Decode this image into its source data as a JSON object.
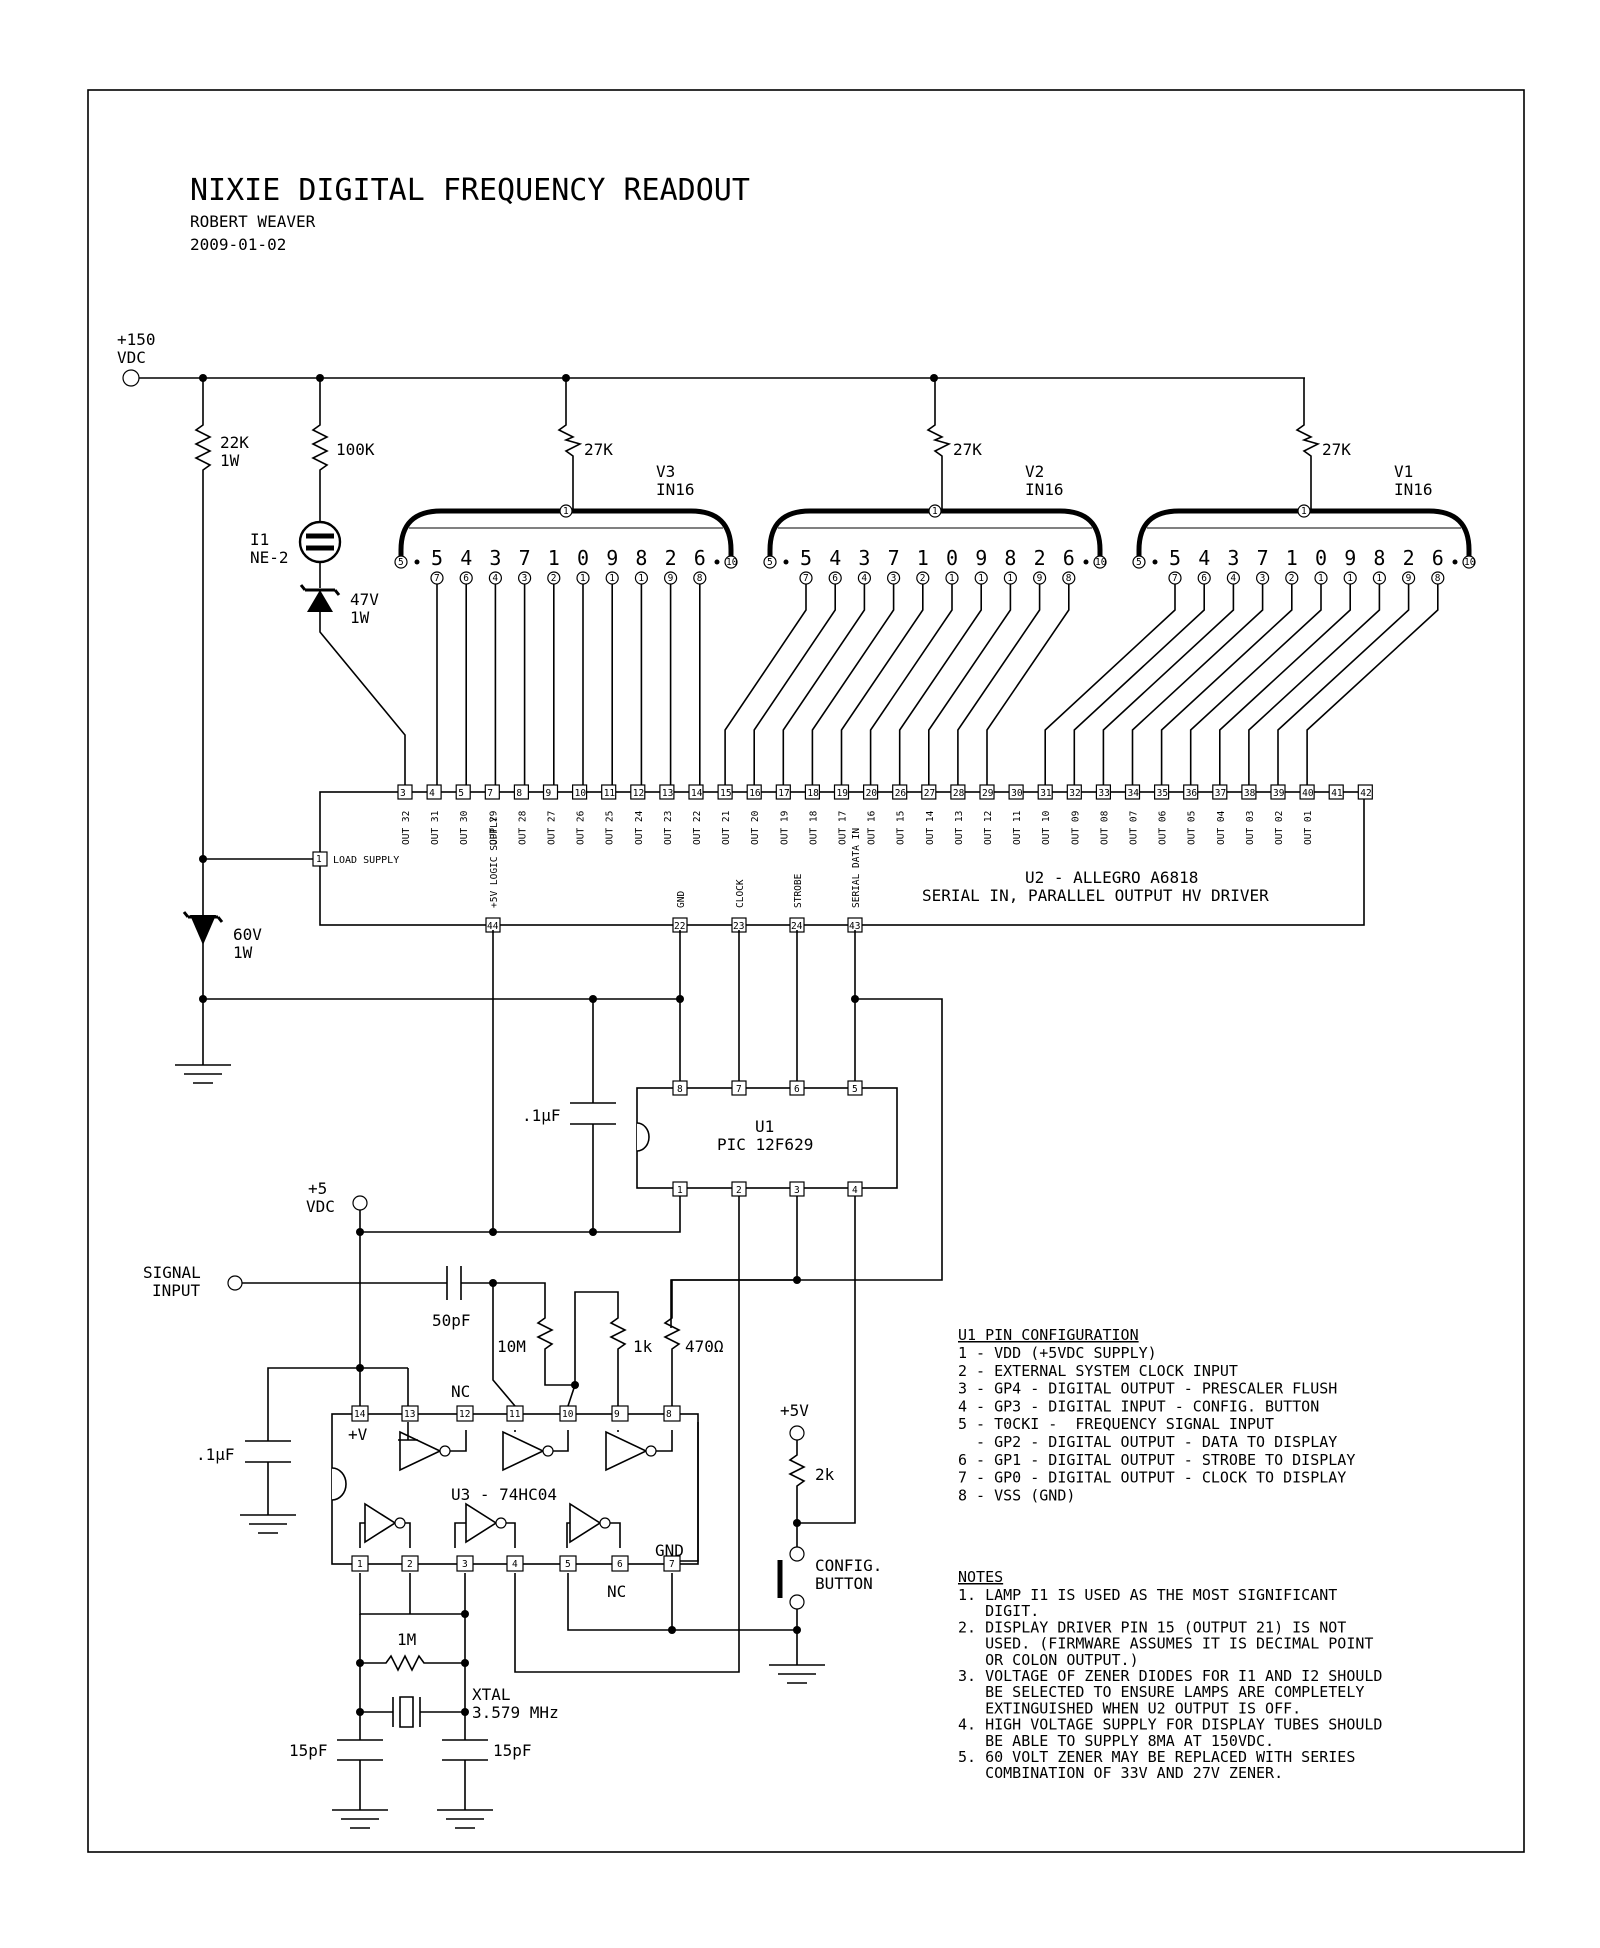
{
  "title": {
    "main": "NIXIE DIGITAL FREQUENCY READOUT",
    "author": "ROBERT WEAVER",
    "date": "2009-01-02"
  },
  "supply": {
    "hv_line1": "+150",
    "hv_line2": "VDC",
    "lv_line1": "+5",
    "lv_line2": "VDC",
    "p5v": "+5V"
  },
  "tubes": [
    {
      "ref": "V3",
      "type": "IN16"
    },
    {
      "ref": "V2",
      "type": "IN16"
    },
    {
      "ref": "V1",
      "type": "IN16"
    }
  ],
  "tube_digits": [
    "5",
    "4",
    "3",
    "7",
    "1",
    "0",
    "9",
    "8",
    "2",
    "6"
  ],
  "tube_digit_pins": [
    "7",
    "6",
    "4",
    "3",
    "2",
    "1",
    "1",
    "1",
    "9",
    "8"
  ],
  "tube_end_pins": {
    "left": "5",
    "right": "10",
    "anode": "1"
  },
  "components": {
    "r_22k": [
      "22K",
      "1W"
    ],
    "r_100k": "100K",
    "r_27k": "27K",
    "lamp": [
      "I1",
      "NE-2"
    ],
    "zener_47": [
      "47V",
      "1W"
    ],
    "zener_60": [
      "60V",
      "1W"
    ],
    "cap_01": ".1μF",
    "cap_01b": ".1μF",
    "cap_50p": "50pF",
    "r_10m": "10M",
    "r_1k": "1k",
    "r_470": "470Ω",
    "r_2k": "2k",
    "r_1m": "1M",
    "xtal": [
      "XTAL",
      "3.579 MHz"
    ],
    "cap_15a": "15pF",
    "cap_15b": "15pF",
    "signal": [
      "SIGNAL",
      "INPUT"
    ],
    "button": [
      "CONFIG.",
      "BUTTON"
    ]
  },
  "u2": {
    "line1": "U2 - ALLEGRO A6818",
    "line2": "SERIAL IN, PARALLEL OUTPUT HV DRIVER",
    "top_pins": [
      "3",
      "4",
      "5",
      "7",
      "8",
      "9",
      "10",
      "11",
      "12",
      "13",
      "14",
      "15",
      "16",
      "17",
      "18",
      "19",
      "20",
      "26",
      "27",
      "28",
      "29",
      "30",
      "31",
      "32",
      "33",
      "34",
      "35",
      "36",
      "37",
      "38",
      "39",
      "40",
      "41",
      "42"
    ],
    "top_labels": [
      "OUT 32",
      "OUT 31",
      "OUT 30",
      "OUT 29",
      "OUT 28",
      "OUT 27",
      "OUT 26",
      "OUT 25",
      "OUT 24",
      "OUT 23",
      "OUT 22",
      "OUT 21",
      "OUT 20",
      "OUT 19",
      "OUT 18",
      "OUT 17",
      "OUT 16",
      "OUT 15",
      "OUT 14",
      "OUT 13",
      "OUT 12",
      "OUT 11",
      "OUT 10",
      "OUT 09",
      "OUT 08",
      "OUT 07",
      "OUT 06",
      "OUT 05",
      "OUT 04",
      "OUT 03",
      "OUT 02",
      "OUT 01"
    ],
    "load_pin": "1",
    "load_label": "LOAD SUPPLY",
    "bottom_pins": [
      "44",
      "22",
      "23",
      "24",
      "43"
    ],
    "bottom_labels": [
      "+5V LOGIC SUPPLY",
      "GND",
      "CLOCK",
      "STROBE",
      "SERIAL DATA IN"
    ]
  },
  "u1": {
    "ref": "U1",
    "part": "PIC 12F629",
    "top_pins": [
      "8",
      "7",
      "6",
      "5"
    ],
    "bottom_pins": [
      "1",
      "2",
      "3",
      "4"
    ]
  },
  "u3": {
    "ref": "U3 - 74HC04",
    "top_pins": [
      "14",
      "13",
      "12",
      "11",
      "10",
      "9",
      "8"
    ],
    "bottom_pins": [
      "1",
      "2",
      "3",
      "4",
      "5",
      "6",
      "7"
    ],
    "vplus": "+V",
    "gnd": "GND",
    "nc_top": "NC",
    "nc_bottom": "NC"
  },
  "pin_config": {
    "title": "U1 PIN CONFIGURATION",
    "lines": [
      "1 - VDD (+5VDC SUPPLY)",
      "2 - EXTERNAL SYSTEM CLOCK INPUT",
      "3 - GP4 - DIGITAL OUTPUT - PRESCALER FLUSH",
      "4 - GP3 - DIGITAL INPUT - CONFIG. BUTTON",
      "5 - T0CKI -  FREQUENCY SIGNAL INPUT",
      "  - GP2 - DIGITAL OUTPUT - DATA TO DISPLAY",
      "6 - GP1 - DIGITAL OUTPUT - STROBE TO DISPLAY",
      "7 - GP0 - DIGITAL OUTPUT - CLOCK TO DISPLAY",
      "8 - VSS (GND)"
    ]
  },
  "notes": {
    "title": "NOTES",
    "lines": [
      "1. LAMP I1 IS USED AS THE MOST SIGNIFICANT",
      "   DIGIT.",
      "2. DISPLAY DRIVER PIN 15 (OUTPUT 21) IS NOT",
      "   USED. (FIRMWARE ASSUMES IT IS DECIMAL POINT",
      "   OR COLON OUTPUT.)",
      "3. VOLTAGE OF ZENER DIODES FOR I1 AND I2 SHOULD",
      "   BE SELECTED TO ENSURE LAMPS ARE COMPLETELY",
      "   EXTINGUISHED WHEN U2 OUTPUT IS OFF.",
      "4. HIGH VOLTAGE SUPPLY FOR DISPLAY TUBES SHOULD",
      "   BE ABLE TO SUPPLY 8MA AT 150VDC.",
      "5. 60 VOLT ZENER MAY BE REPLACED WITH SERIES",
      "   COMBINATION OF 33V AND 27V ZENER."
    ]
  }
}
